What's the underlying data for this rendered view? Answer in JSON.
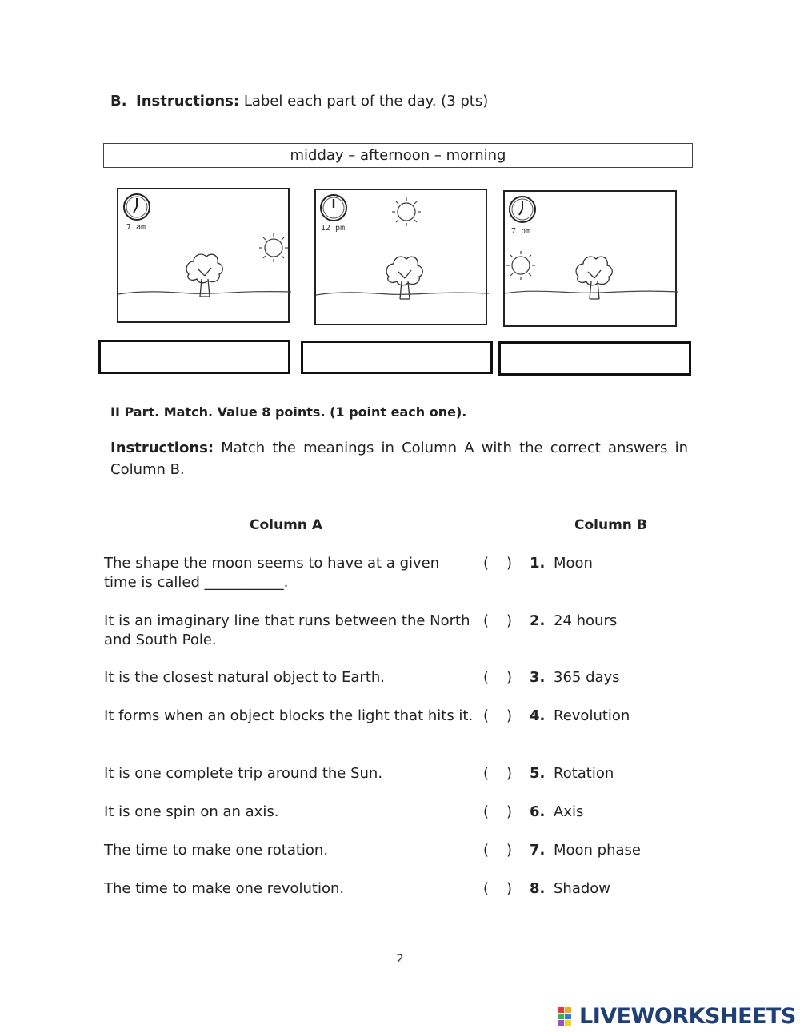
{
  "section_b": {
    "letter": "B.",
    "label": "Instructions:",
    "text": "Label each part of the day. (3 pts)"
  },
  "word_bank": "midday – afternoon – morning",
  "pictures": [
    {
      "time": "7 am"
    },
    {
      "time": "12 pm"
    },
    {
      "time": "7 pm"
    }
  ],
  "part2": {
    "heading": "II Part. Match. Value 8 points. (1 point each one).",
    "instr_label": "Instructions:",
    "instr_text": "Match the meanings in Column A with the correct answers in Column B."
  },
  "columns": {
    "a": "Column A",
    "b": "Column B"
  },
  "paren_open": "(",
  "paren_close": ")",
  "rows": [
    {
      "a": "The shape the moon seems to have at a given time is called ___________.",
      "num": "1.",
      "b": "Moon"
    },
    {
      "a": "It is an imaginary line that runs between the North and South Pole.",
      "num": "2.",
      "b": "24 hours"
    },
    {
      "a": "It is the closest natural object to Earth.",
      "num": "3.",
      "b": "365 days"
    },
    {
      "a": "It forms when an object blocks the light that hits it.",
      "num": "4.",
      "b": "Revolution"
    },
    {
      "a": "It is one complete trip around the Sun.",
      "num": "5.",
      "b": "Rotation"
    },
    {
      "a": "It is one spin on an axis.",
      "num": "6.",
      "b": "Axis"
    },
    {
      "a": "The time to make one rotation.",
      "num": "7.",
      "b": "Moon phase"
    },
    {
      "a": "The time to make one revolution.",
      "num": "8.",
      "b": "Shadow"
    }
  ],
  "page_number": "2",
  "brand": "LIVEWORKSHEETS"
}
